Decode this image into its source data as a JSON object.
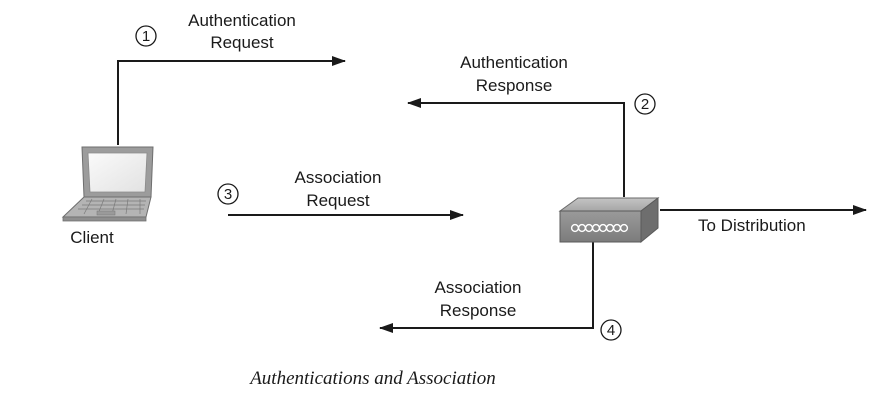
{
  "steps": [
    {
      "number": "1",
      "label_line1": "Authentication",
      "label_line2": "Request"
    },
    {
      "number": "2",
      "label_line1": "Authentication",
      "label_line2": "Response"
    },
    {
      "number": "3",
      "label_line1": "Association",
      "label_line2": "Request"
    },
    {
      "number": "4",
      "label_line1": "Association",
      "label_line2": "Response"
    }
  ],
  "client_label": "Client",
  "distribution_label": "To Distribution",
  "caption": "Authentications and Association",
  "icons": {
    "client": "laptop-icon",
    "access_point": "access-point-icon"
  },
  "colors": {
    "line": "#1a1a1a",
    "device": "#8c8c8c",
    "background": "#ffffff"
  }
}
